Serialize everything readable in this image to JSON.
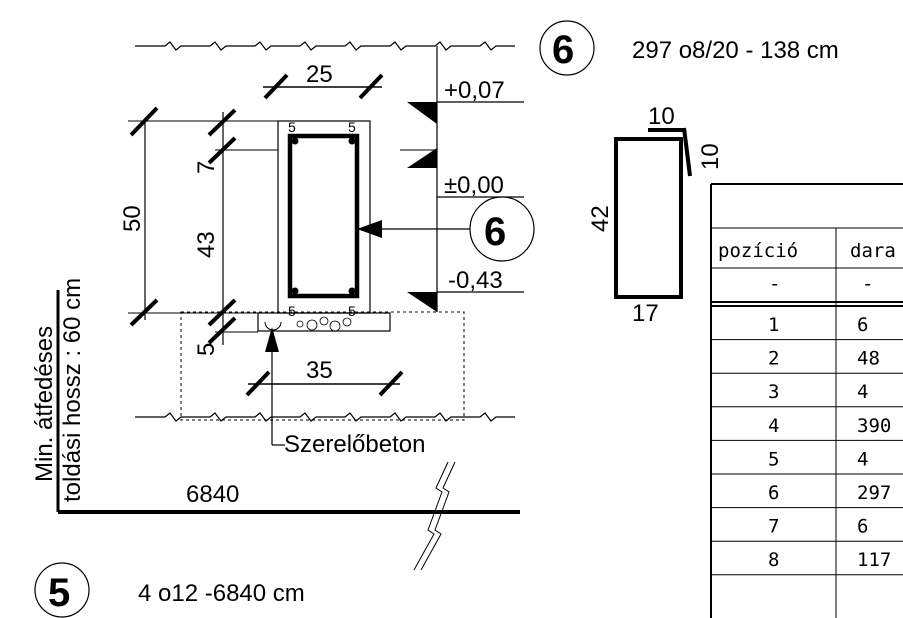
{
  "position_marks": {
    "upper": {
      "number": "6",
      "spec": "297 o8/20 - 138 cm"
    },
    "section": {
      "number": "6"
    },
    "lower": {
      "number": "5",
      "spec": "4 o12 -6840 cm"
    }
  },
  "section_dims": {
    "top_width": "25",
    "total_height": "50",
    "upper_seg": "7",
    "middle_seg": "43",
    "lower_seg": "5",
    "base_width": "35",
    "cover_tl": "5",
    "cover_tr": "5",
    "cover_bl": "5",
    "cover_br": "5"
  },
  "levels": [
    "+0,07",
    "±0,00",
    "-0,43"
  ],
  "labels": {
    "footing": "Szerelőbeton",
    "min_overlap_line1": "Min. átfedéses",
    "min_overlap_line2": "toldási hossz : 60 cm",
    "bar_length": "6840"
  },
  "stirrup_dims": {
    "top": "10",
    "hook": "10",
    "height": "42",
    "bottom": "17"
  },
  "table": {
    "headers": [
      "pozíció",
      "dara"
    ],
    "units_row": [
      "-",
      "-"
    ],
    "rows": [
      [
        "1",
        "6"
      ],
      [
        "2",
        "48"
      ],
      [
        "3",
        "4"
      ],
      [
        "4",
        "390"
      ],
      [
        "5",
        "4"
      ],
      [
        "6",
        "297"
      ],
      [
        "7",
        "6"
      ],
      [
        "8",
        "117"
      ]
    ]
  }
}
